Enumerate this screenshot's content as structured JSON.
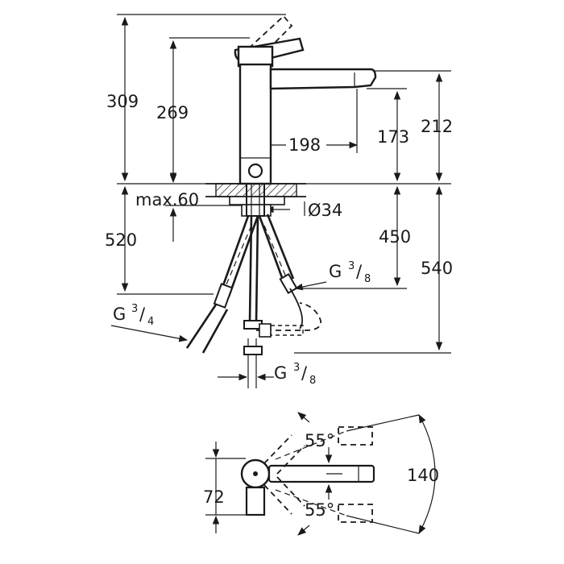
{
  "dimensions": {
    "d309": "309",
    "d269": "269",
    "d198": "198",
    "d173": "173",
    "d212": "212",
    "max60": "max.60",
    "dia34": "Ø34",
    "d520": "520",
    "d450": "450",
    "d540": "540",
    "d72": "72",
    "d140": "140"
  },
  "threads": {
    "g": "G",
    "g34_num": "3",
    "g34_den": "4",
    "g38_num": "3",
    "g38_den": "8"
  },
  "angles": {
    "upper": "55°",
    "lower": "55°"
  }
}
